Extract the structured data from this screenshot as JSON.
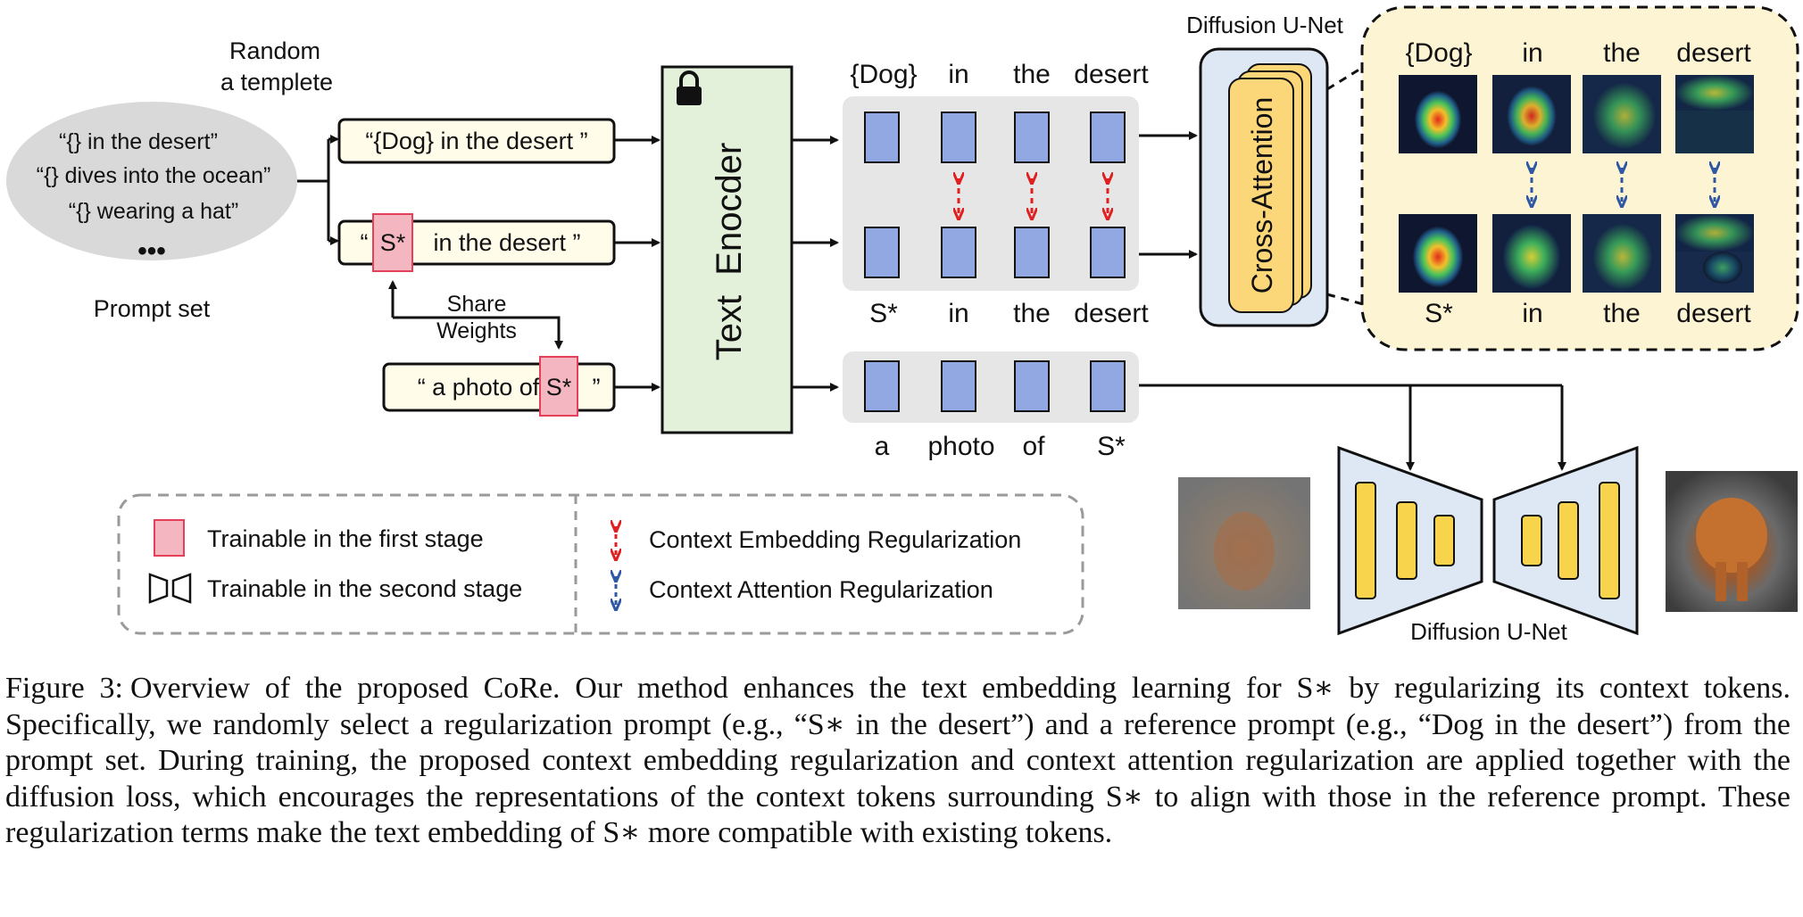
{
  "diagram": {
    "random_template_line1": "Random",
    "random_template_line2": "a templete",
    "prompt_set": {
      "items": [
        "“{} in the desert”",
        "“{} dives into the ocean”",
        "“{} wearing a hat”"
      ],
      "ellipsis": "•••",
      "label": "Prompt set"
    },
    "prompt_reference": "“{Dog} in the desert ”",
    "prompt_regularization": {
      "open": "“",
      "token": "S*",
      "rest": "in the desert ”"
    },
    "prompt_base": {
      "open": "“ a photo of",
      "token": "S*",
      "close": "”"
    },
    "share_weights_line1": "Share",
    "share_weights_line2": "Weights",
    "text_encoder": "Text  Enocder",
    "tokens_reference": [
      "{Dog}",
      "in",
      "the",
      "desert"
    ],
    "tokens_regularization": [
      "S*",
      "in",
      "the",
      "desert"
    ],
    "tokens_base": [
      "a",
      "photo",
      "of",
      "S*"
    ],
    "unet_top_label": "Diffusion U-Net",
    "cross_attention": "Cross-Attention",
    "attention_top_labels": [
      "{Dog}",
      "in",
      "the",
      "desert"
    ],
    "attention_bottom_labels": [
      "S*",
      "in",
      "the",
      "desert"
    ],
    "unet_bottom_label": "Diffusion U-Net",
    "legend": {
      "trainable_first": "Trainable in the first stage",
      "trainable_second": "Trainable in the second stage",
      "context_embedding": "Context Embedding Regularization",
      "context_attention": "Context Attention Regularization"
    },
    "colors": {
      "token_fill": "#92a8e2",
      "panel_grey": "#e6e6e6",
      "encoder_fill": "#e4f1da",
      "trainable_pink": "#f4b6c1",
      "pink_border": "#e5405a",
      "prompt_fill": "#fffcea",
      "unet_fill": "#dee8f4",
      "cross_attention_fill": "#fcd77a",
      "attention_panel_fill": "#fdf4d4",
      "embedding_arrow": "#e02020",
      "attention_arrow": "#2f58a4",
      "unet_bar_fill": "#f8d44c"
    }
  },
  "caption": {
    "label": "Figure 3:",
    "text": "Overview of the proposed CoRe. Our method enhances the text embedding learning for S∗ by regularizing its context tokens. Specifically, we randomly select a regularization prompt (e.g., “S∗ in the desert”) and a reference prompt (e.g., “Dog in the desert”) from the prompt set. During training, the proposed context embedding regularization and context attention regularization are applied together with the diffusion loss, which encourages the representations of the context tokens surrounding S∗ to align with those in the reference prompt. These regularization terms make the text embedding of S∗ more compatible with existing tokens."
  }
}
